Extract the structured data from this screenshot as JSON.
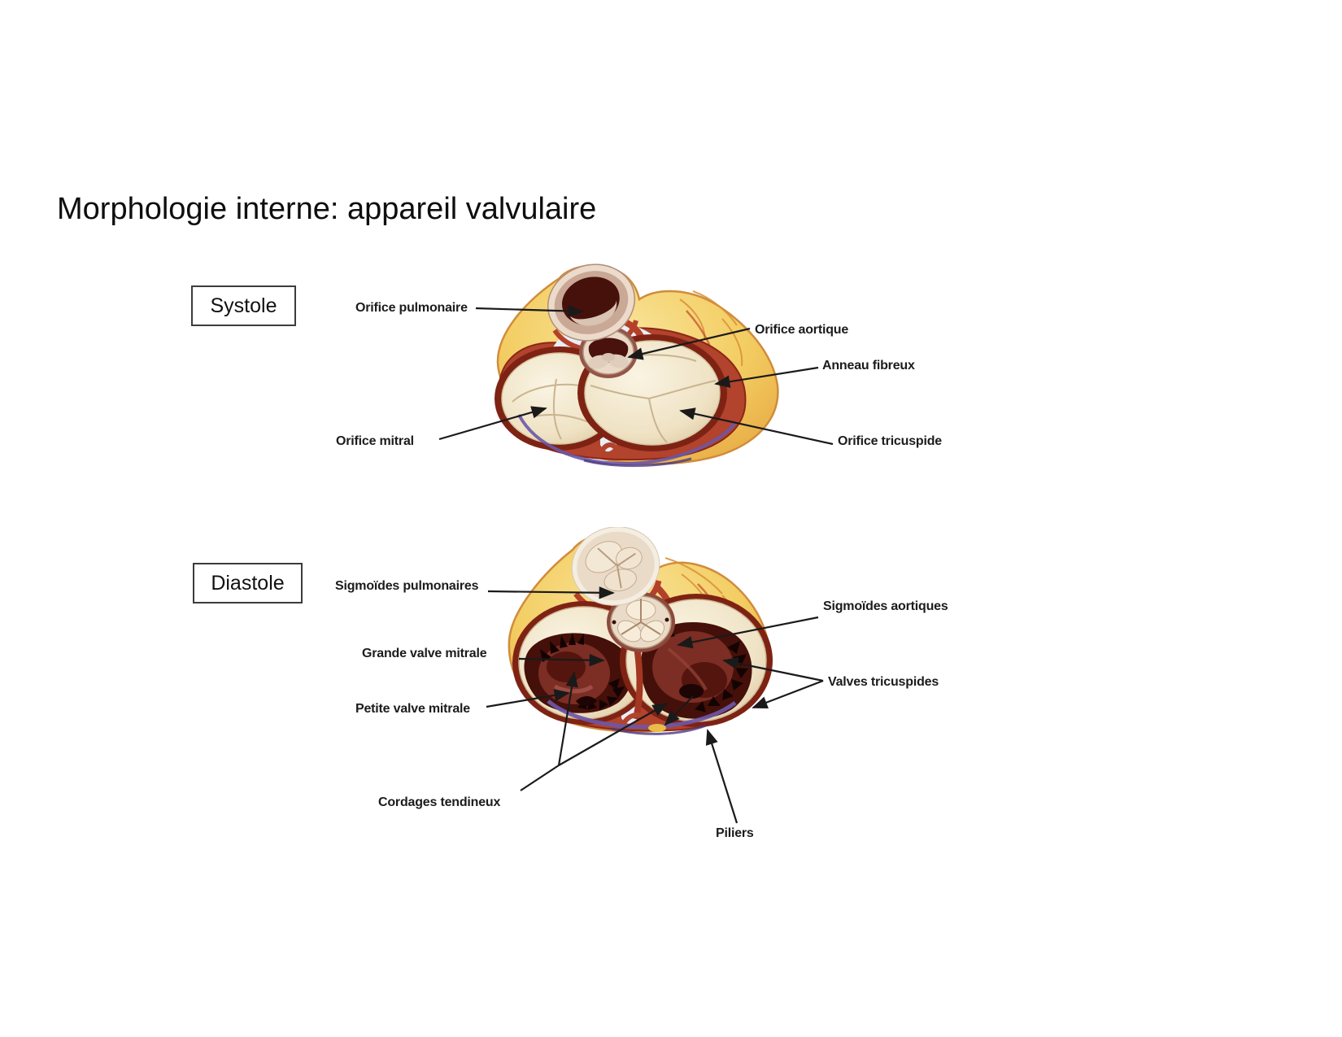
{
  "title": "Morphologie interne: appareil valvulaire",
  "systole": {
    "tag": "Systole",
    "labels": {
      "pulmonary": "Orifice pulmonaire",
      "aortic": "Orifice aortique",
      "fibrous_ring": "Anneau fibreux",
      "mitral": "Orifice mitral",
      "tricuspid": "Orifice tricuspide"
    }
  },
  "diastole": {
    "tag": "Diastole",
    "labels": {
      "pulmonary": "Sigmoïdes pulmonaires",
      "aortic": "Sigmoïdes aortiques",
      "great_mitral": "Grande valve mitrale",
      "tricuspid": "Valves tricuspides",
      "small_mitral": "Petite valve mitrale",
      "chordae": "Cordages tendineux",
      "pillars": "Piliers"
    }
  },
  "palette": {
    "fat_yellow": "#f3cd62",
    "muscle_red": "#b2432c",
    "valve_cream": "#efe2c4",
    "cavity_maroon": "#451009",
    "vessel_purple": "#6c57a8",
    "arrow_black": "#1a1a1a"
  }
}
